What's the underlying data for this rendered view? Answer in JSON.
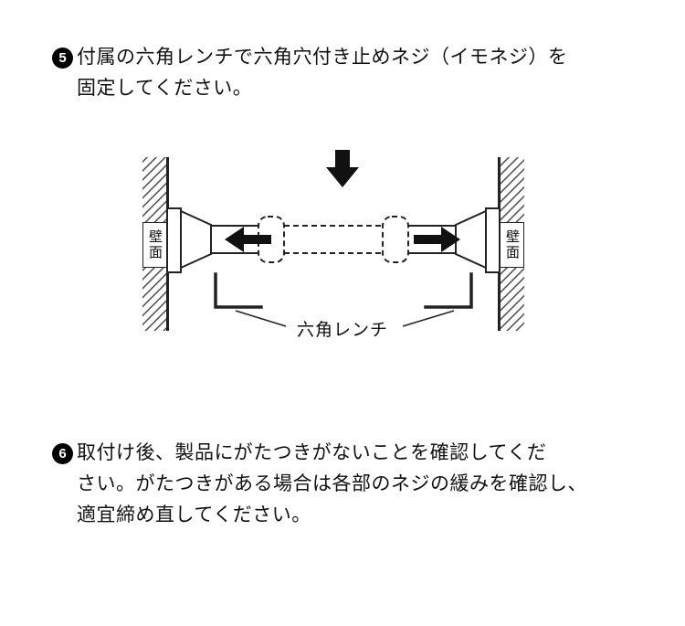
{
  "steps": [
    {
      "number": "5",
      "lines": [
        "付属の六角レンチで六角穴付き止めネジ（イモネジ）を",
        "固定してください。"
      ]
    },
    {
      "number": "6",
      "lines": [
        "取付け後、製品にがたつきがないことを確認してくだ",
        "さい。がたつきがある場合は各部のネジの緩みを確認し、",
        "適宜締め直してください。"
      ]
    }
  ],
  "diagram": {
    "wall_label_left": "壁面",
    "wall_label_right": "壁面",
    "wrench_label": "六角レンチ",
    "colors": {
      "line": "#222222",
      "arrow_fill": "#111111",
      "hatch": "#3d3d3d",
      "background": "#ffffff"
    }
  }
}
